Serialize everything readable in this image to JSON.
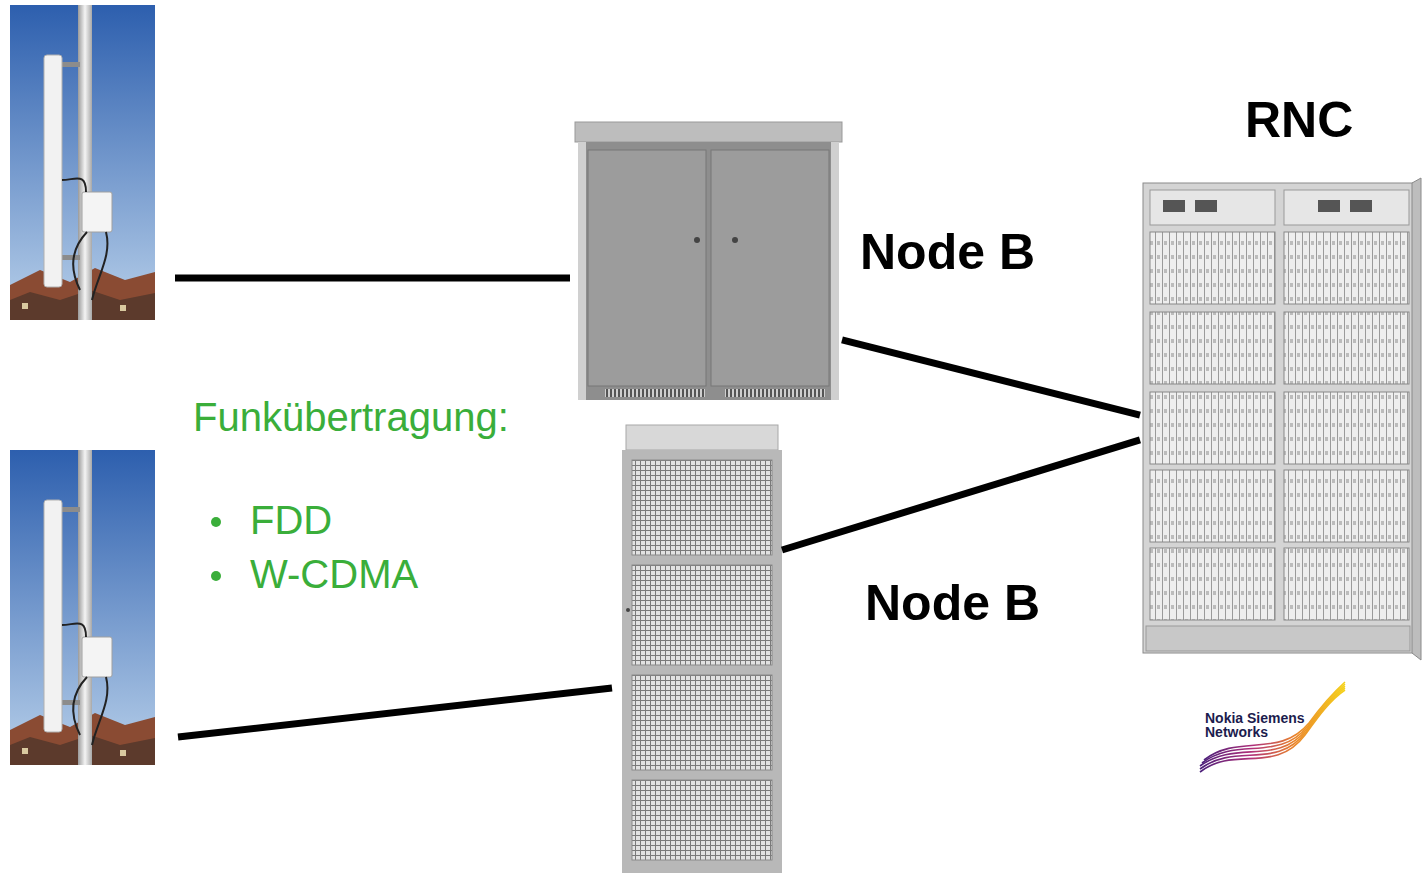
{
  "diagram": {
    "nodes": [
      {
        "text": [
          "Node B"
        ]
      },
      {
        "text": [
          "Node B"
        ]
      },
      {
        "text": [
          "RNC"
        ]
      }
    ],
    "edges": [
      {
        "from": 0,
        "to": 2,
        "arrow": "none"
      },
      {
        "from": 1,
        "to": 2,
        "arrow": "none"
      }
    ],
    "labels": [
      "Funkübertragung:",
      "FDD",
      "W-CDMA",
      "Nokia Siemens Networks"
    ]
  }
}
